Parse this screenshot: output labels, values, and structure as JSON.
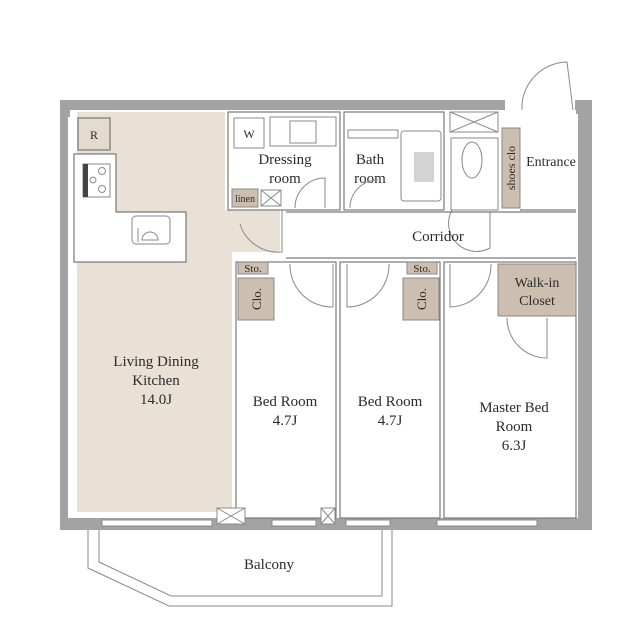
{
  "floor_plan": {
    "colors": {
      "wall": "#a3a3a3",
      "ldk_floor": "#e9e0d6",
      "storage": "#cdbfaf",
      "line": "#7a7a7a",
      "background": "#ffffff"
    },
    "rooms": {
      "ldk": {
        "name_line1": "Living Dining",
        "name_line2": "Kitchen",
        "size": "14.0J"
      },
      "dressing": {
        "name_line1": "Dressing",
        "name_line2": "room"
      },
      "bath": {
        "name_line1": "Bath",
        "name_line2": "room"
      },
      "entrance": {
        "name": "Entrance"
      },
      "corridor": {
        "name": "Corridor"
      },
      "bed1": {
        "name": "Bed Room",
        "size": "4.7J"
      },
      "bed2": {
        "name": "Bed Room",
        "size": "4.7J"
      },
      "master": {
        "name_line1": "Master Bed",
        "name_line2": "Room",
        "size": "6.3J"
      },
      "walkin": {
        "name_line1": "Walk-in",
        "name_line2": "Closet"
      },
      "balcony": {
        "name": "Balcony"
      }
    },
    "fixtures": {
      "refrigerator": "R",
      "washer": "W",
      "linen": "linen",
      "shoes_closet": "shoes clo",
      "storage1": "Sto.",
      "storage2": "Sto.",
      "closet1": "Clo.",
      "closet2": "Clo."
    }
  }
}
